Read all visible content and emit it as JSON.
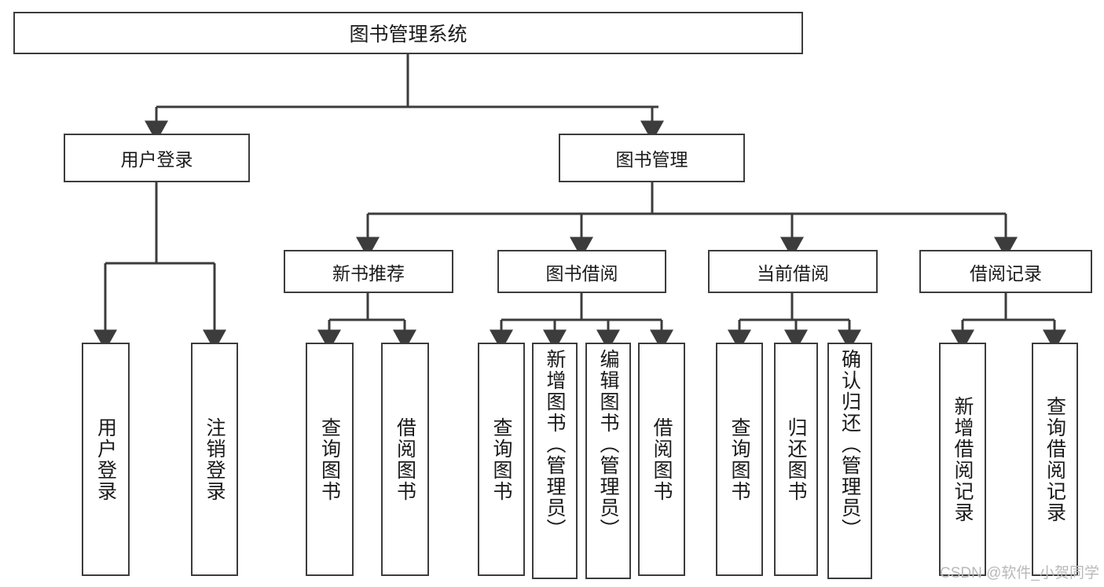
{
  "diagram": {
    "title": "图书管理系统",
    "type": "hierarchy-tree",
    "colors": {
      "box_border": "#3c3c3c",
      "box_fill": "#ffffff",
      "connector": "#3c3c3c",
      "text": "#1a1a1a",
      "watermark": "#b9b9b9"
    },
    "root": {
      "label": "图书管理系统"
    },
    "level1": [
      {
        "label": "用户登录"
      },
      {
        "label": "图书管理"
      }
    ],
    "level2": [
      {
        "label": "新书推荐"
      },
      {
        "label": "图书借阅"
      },
      {
        "label": "当前借阅"
      },
      {
        "label": "借阅记录"
      }
    ],
    "leaves": {
      "user_login": [
        {
          "label": "用户登录"
        },
        {
          "label": "注销登录"
        }
      ],
      "new_book_recommend": [
        {
          "label": "查询图书"
        },
        {
          "label": "借阅图书"
        }
      ],
      "book_borrow": [
        {
          "label": "查询图书"
        },
        {
          "label": "新增图书（管理员）"
        },
        {
          "label": "编辑图书（管理员）"
        },
        {
          "label": "借阅图书"
        }
      ],
      "current_borrow": [
        {
          "label": "查询图书"
        },
        {
          "label": "归还图书"
        },
        {
          "label": "确认归还（管理员）"
        }
      ],
      "borrow_records": [
        {
          "label": "新增借阅记录"
        },
        {
          "label": "查询借阅记录"
        }
      ]
    }
  },
  "watermark": {
    "text": "CSDN @软件_小贺同学"
  }
}
